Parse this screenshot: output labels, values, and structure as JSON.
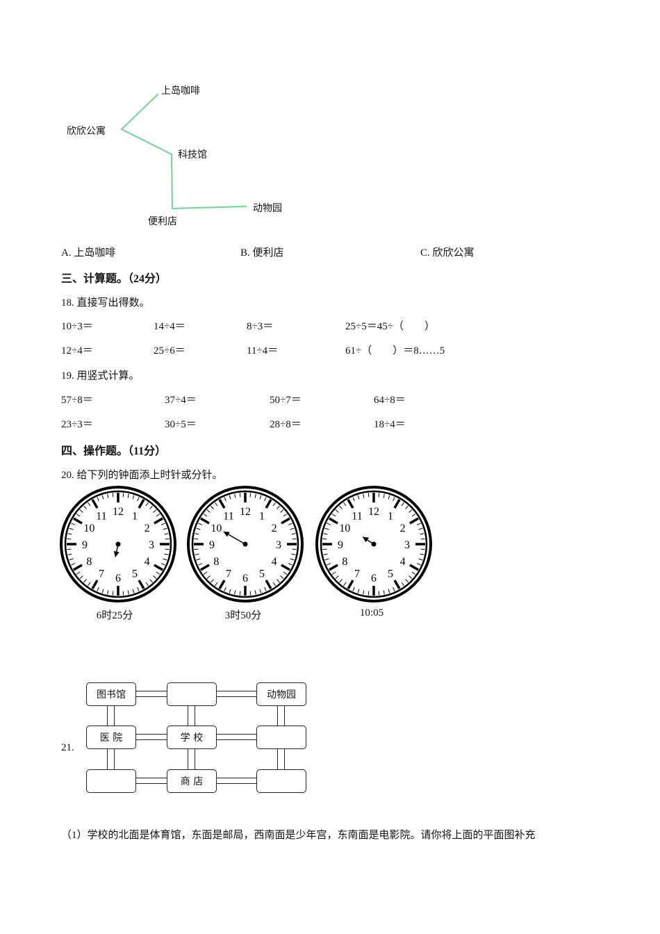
{
  "map17": {
    "places": [
      "上岛咖啡",
      "欣欣公寓",
      "科技馆",
      "便利店",
      "动物园"
    ],
    "line_color": "#7fd3a0"
  },
  "q17_options": [
    "A. 上岛咖啡",
    "B. 便利店",
    "C. 欣欣公寓"
  ],
  "section3": "三、计算题。（24分）",
  "q18": {
    "title": "18. 直接写出得数。",
    "rows": [
      [
        "10÷3＝",
        "14÷4＝",
        "8÷3＝",
        "25÷5＝45÷（　　）"
      ],
      [
        "12÷4＝",
        "25÷6＝",
        "11÷4＝",
        "61÷（　　）＝8……5"
      ]
    ]
  },
  "q19": {
    "title": "19. 用竖式计算。",
    "rows": [
      [
        "57÷8＝",
        "37÷4＝",
        "50÷7＝",
        "64÷8＝"
      ],
      [
        "23÷3＝",
        "30÷5＝",
        "28÷8＝",
        "18÷4＝"
      ]
    ]
  },
  "section4": "四、操作题。（11分）",
  "q20": {
    "title": "20. 给下列的钟面添上时针或分针。",
    "clocks": [
      {
        "caption": "6时25分",
        "given_hand": "hour",
        "hand_points_to": 6.4
      },
      {
        "caption": "3时50分",
        "given_hand": "minute",
        "hand_points_to": 10
      },
      {
        "caption": "10:05",
        "given_hand": "hour",
        "hand_points_to": 10.1
      }
    ]
  },
  "q21": {
    "number": "21.",
    "grid": [
      [
        "图书馆",
        "",
        "动物园"
      ],
      [
        "医 院",
        "学 校",
        ""
      ],
      [
        "",
        "商 店",
        ""
      ]
    ],
    "sub1": "（1）学校的北面是体育馆，东面是邮局，西南面是少年宫，东南面是电影院。请你将上面的平面图补充"
  }
}
